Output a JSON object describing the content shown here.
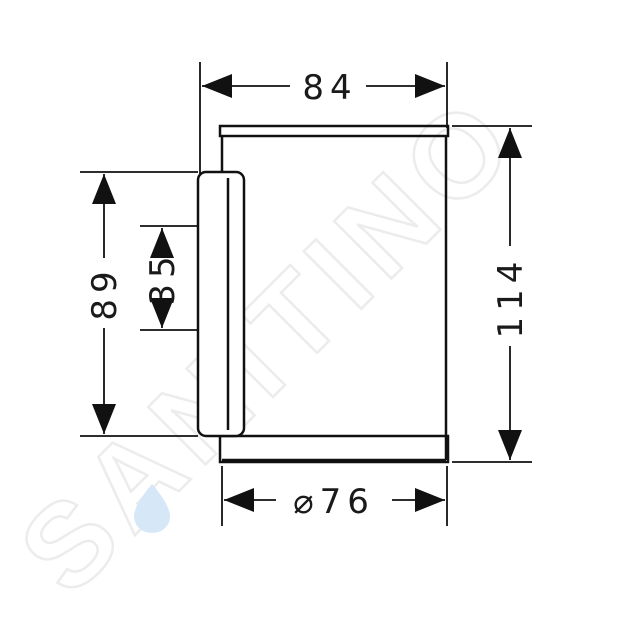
{
  "watermark": {
    "text": "SANITINO",
    "color": "#e8e8e8",
    "accent_color": "#cfe3f5"
  },
  "dimensions": {
    "top_width": "84",
    "bottom_diameter": "⌀76",
    "right_height": "114",
    "left_height": "89",
    "left_inner_height": "35"
  },
  "colors": {
    "line": "#111111",
    "background": "#ffffff"
  }
}
